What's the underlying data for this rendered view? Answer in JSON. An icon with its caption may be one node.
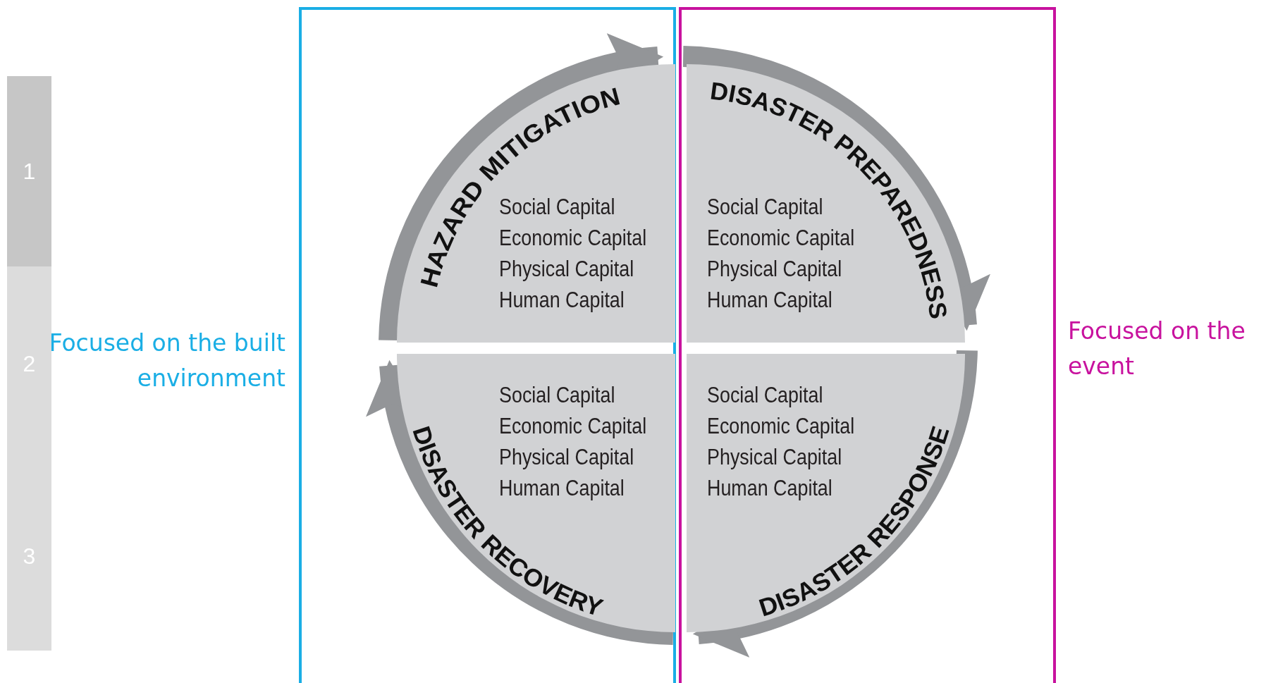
{
  "diagram": {
    "nodes": [
      {
        "text": [
          "1"
        ]
      },
      {
        "text": [
          "2"
        ]
      },
      {
        "text": [
          "3"
        ]
      },
      {
        "text": [],
        "shape": "box",
        "beside": [
          "Focused on the built environment"
        ]
      },
      {
        "text": [],
        "shape": "box",
        "beside": [
          "Focused on the event"
        ]
      },
      {
        "text": [
          "HAZARD MITIGATION",
          "Social Capital",
          "Economic Capital",
          "Physical Capital",
          "Human Capital"
        ],
        "in": 3
      },
      {
        "text": [
          "DISASTER PREPAREDNESS",
          "Social Capital",
          "Economic Capital",
          "Physical Capital",
          "Human Capital"
        ],
        "in": 4
      },
      {
        "text": [
          "DISASTER RECOVERY",
          "Social Capital",
          "Economic Capital",
          "Physical Capital",
          "Human Capital"
        ],
        "in": 3
      },
      {
        "text": [
          "DISASTER RESPONSE",
          "Social Capital",
          "Economic Capital",
          "Physical Capital",
          "Human Capital"
        ],
        "in": 4
      }
    ],
    "edges": [
      {
        "from": 5,
        "to": 6,
        "arrow": "to"
      },
      {
        "from": 6,
        "to": 8,
        "arrow": "to"
      },
      {
        "from": 8,
        "to": 7,
        "arrow": "to"
      },
      {
        "from": 7,
        "to": 5,
        "arrow": "to"
      }
    ]
  }
}
